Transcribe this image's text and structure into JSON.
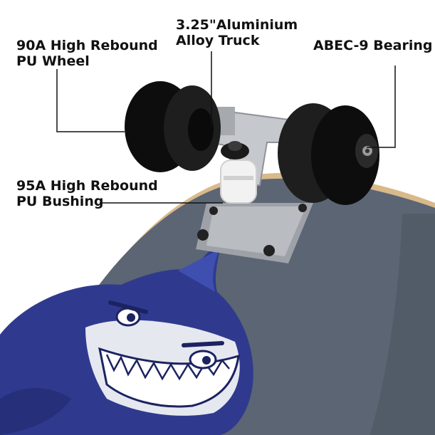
{
  "callouts": {
    "wheel": {
      "line1": "90A High Rebound",
      "line2": "PU Wheel"
    },
    "truck": {
      "line1": "3.25\"Aluminium",
      "line2": "Alloy Truck"
    },
    "bearing": {
      "line1": "ABEC-9 Bearing"
    },
    "bushing": {
      "line1": "95A High Rebound",
      "line2": "PU Bushing"
    }
  },
  "colors": {
    "deck": "#5b6573",
    "deck_edge": "#d9b98a",
    "wheel": "#0d0d0d",
    "truck": "#b9bcc0",
    "bushing": "#f2f2f2",
    "shark_body": "#2f3a8f",
    "shark_belly": "#e6e8f0"
  },
  "icons": [
    "skateboard-deck",
    "wheel-icon",
    "truck-icon",
    "bushing-icon",
    "bearing-icon",
    "shark-graphic"
  ]
}
